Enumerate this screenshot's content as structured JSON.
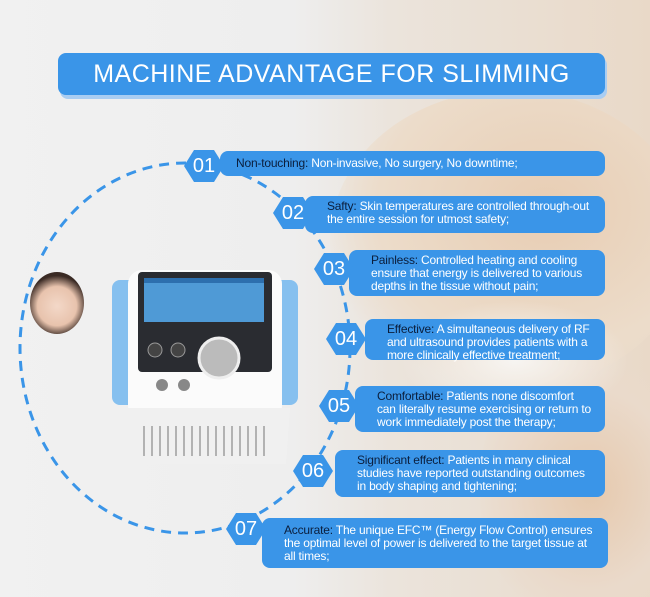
{
  "title": "MACHINE ADVANTAGE FOR SLIMMING",
  "colors": {
    "accent": "#3a95e8",
    "label": "#0b1e3c"
  },
  "items": [
    {
      "num": "01",
      "label": "Non-touching:",
      "text": " Non-invasive, No surgery, No downtime;"
    },
    {
      "num": "02",
      "label": "Safty:",
      "text": " Skin temperatures are controlled through-out the entire session for utmost safety;"
    },
    {
      "num": "03",
      "label": "Painless:",
      "text": " Controlled heating and cooling ensure that energy is delivered to various depths in the tissue without pain;"
    },
    {
      "num": "04",
      "label": "Effective:",
      "text": " A simultaneous delivery of RF and ultrasound provides patients with a more clinically effective treatment;"
    },
    {
      "num": "05",
      "label": "Comfortable:",
      "text": " Patients none discomfort can literally resume exercising or return to work immediately post the therapy;"
    },
    {
      "num": "06",
      "label": "Significant effect:",
      "text": " Patients in many clinical studies have reported outstanding outcomes in body shaping and tightening;"
    },
    {
      "num": "07",
      "label": "Accurate:",
      "text": " The unique EFC™ (Energy Flow Control) ensures the optimal level of power is delivered to the target tissue at  all times;"
    }
  ]
}
